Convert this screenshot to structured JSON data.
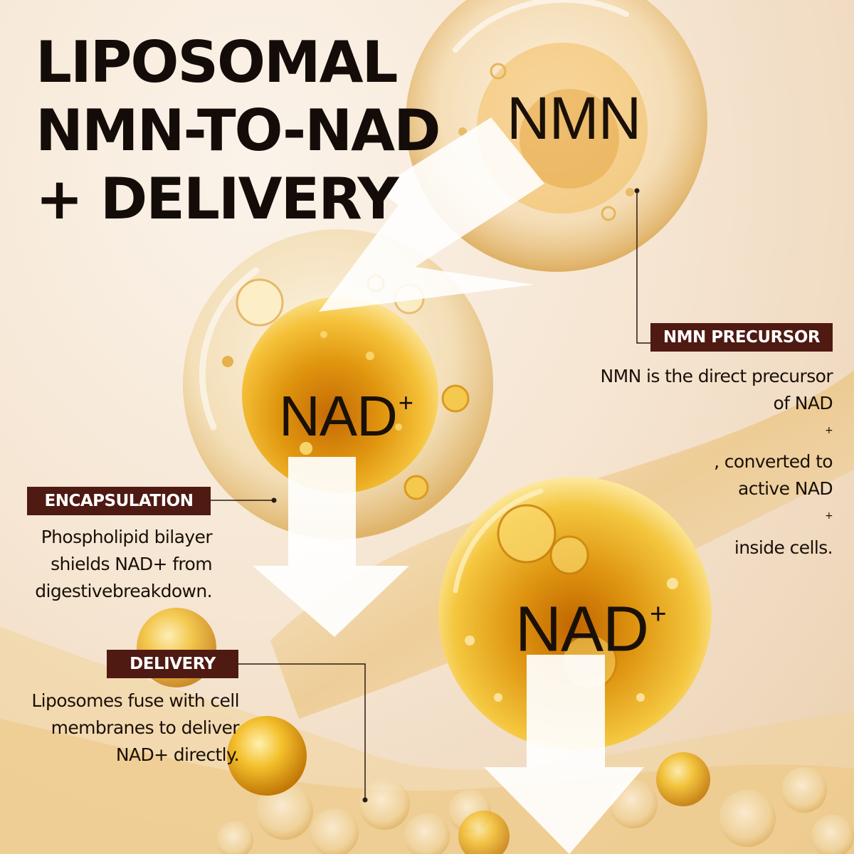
{
  "title": {
    "lines": [
      "LIPOSOMAL",
      "NMN-TO-NAD",
      "+ DELIVERY"
    ]
  },
  "bubbles": {
    "nmn": {
      "label": "NMN"
    },
    "nad_upper": {
      "label": "NAD",
      "sup": "+"
    },
    "nad_lower": {
      "label": "NAD",
      "sup": "+"
    }
  },
  "callouts": {
    "precursor": {
      "badge": "NMN PRECURSOR",
      "lines": [
        {
          "text": "NMN is the direct precursor"
        },
        {
          "pre": "of NAD",
          "sup": "+",
          "post": ", converted to"
        },
        {
          "pre": "active NAD",
          "sup": "+",
          "post": " inside cells."
        }
      ]
    },
    "encapsulation": {
      "badge": "ENCAPSULATION",
      "lines": [
        "Phospholipid bilayer",
        "shields NAD+ from",
        "digestivebreakdown."
      ]
    },
    "delivery": {
      "badge": "DELIVERY",
      "lines": [
        "Liposomes fuse with cell",
        "membranes to deliver",
        "NAD+ directly."
      ]
    }
  },
  "colors": {
    "badge_bg": "#4e1a12",
    "title_text": "#140c08",
    "gold": "#e3a21a",
    "background": "#f6e6d3"
  }
}
